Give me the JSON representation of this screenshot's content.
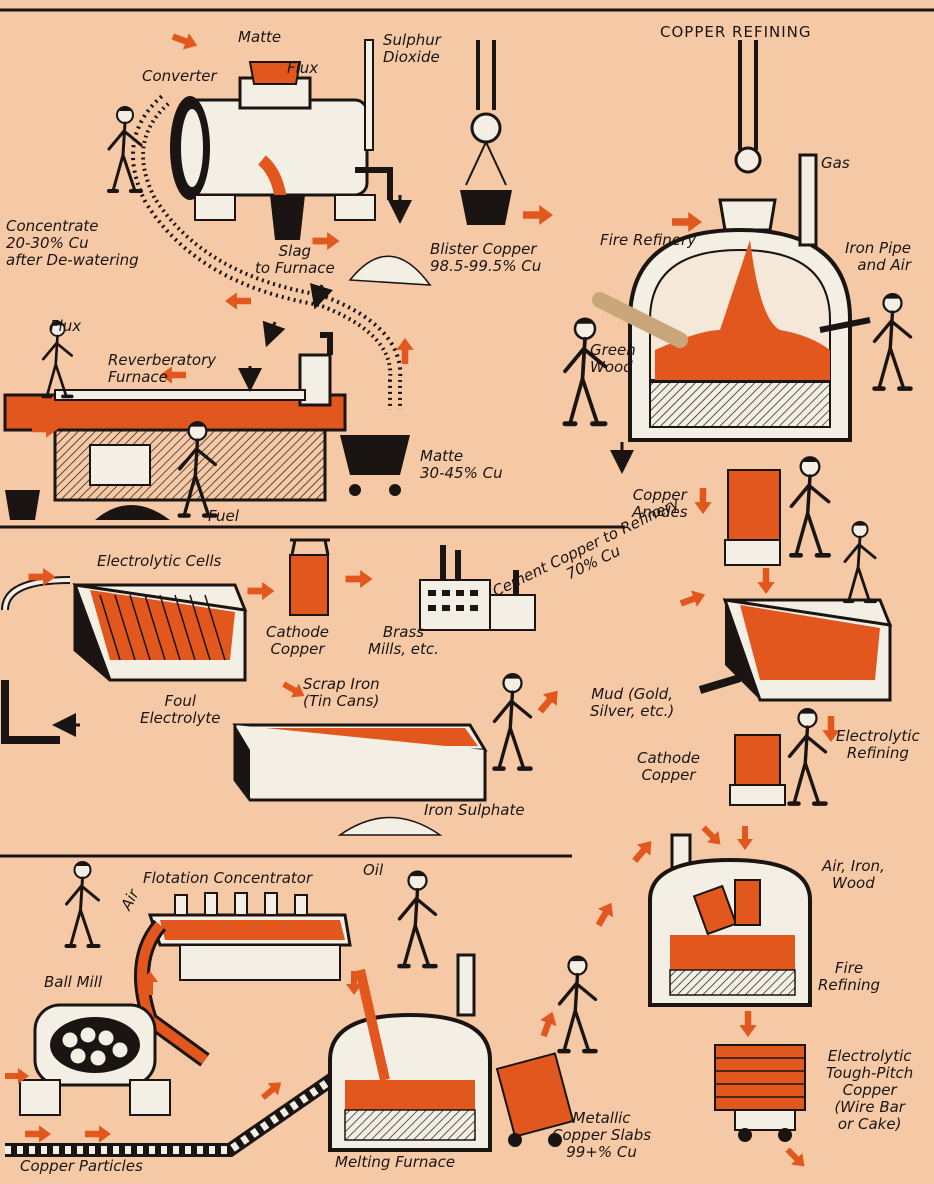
{
  "colors": {
    "background": "#f6c9a6",
    "molten": "#e2571e",
    "ink": "#1a1512",
    "metal": "#f4efe4",
    "brick": "#d8cdbd"
  },
  "labels": {
    "copper_refining_title": "COPPER REFINING",
    "matte_top": "Matte",
    "converter": "Converter",
    "flux_top": "Flux",
    "sulphur_dioxide": "Sulphur\nDioxide",
    "concentrate": "Concentrate\n20-30% Cu\nafter De-watering",
    "slag_to_furnace": "Slag\nto Furnace",
    "blister_copper": "Blister Copper\n98.5-99.5% Cu",
    "gas": "Gas",
    "fire_refinery": "Fire Refinery",
    "iron_pipe_air": "Iron Pipe\nand Air",
    "green_wood": "Green\nWood",
    "flux_left": "Flux",
    "reverberatory_furnace": "Reverberatory\nFurnace",
    "matte_bottom": "Matte\n30-45% Cu",
    "fuel": "Fuel",
    "copper_anodes": "Copper\nAnodes",
    "electrolytic_cells": "Electrolytic Cells",
    "cathode_copper_mid": "Cathode\nCopper",
    "brass_mills": "Brass\nMills, etc.",
    "cement_copper": "Cement Copper to Refinery\n70% Cu",
    "foul_electrolyte": "Foul\nElectrolyte",
    "scrap_iron": "Scrap Iron\n(Tin Cans)",
    "mud": "Mud (Gold,\nSilver, etc.)",
    "electrolytic_refining": "Electrolytic\nRefining",
    "cathode_copper_right": "Cathode\nCopper",
    "iron_sulphate": "Iron Sulphate",
    "flotation_concentrator": "Flotation Concentrator",
    "oil": "Oil",
    "air": "Air",
    "ball_mill": "Ball Mill",
    "air_iron_wood": "Air, Iron,\nWood",
    "fire_refining": "Fire\nRefining",
    "electrolytic_tough_pitch": "Electrolytic\nTough-Pitch\nCopper\n(Wire Bar\nor Cake)",
    "metallic_copper_slabs": "Metallic\nCopper Slabs\n99+% Cu",
    "melting_furnace": "Melting Furnace",
    "copper_particles": "Copper Particles"
  }
}
